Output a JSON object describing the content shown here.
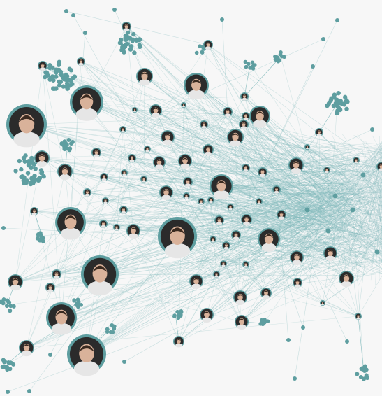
{
  "colors": {
    "background": "#f7f7f7",
    "edge": "#7fb8bb",
    "node_fill": "#5e9ea0",
    "node_ring": "#5e9ea0",
    "portrait_bg": "#2b2b2b",
    "portrait_skin": "#d9b29a",
    "portrait_shirt": "#e6e6e6",
    "portrait_hair": "#3a2a20"
  },
  "network": {
    "kind": "social-network-graph",
    "portrait_nodes": {
      "featured_count": 6,
      "large_count": 8,
      "medium_count": 38,
      "small_count": 34
    },
    "cluster_groups_count": 16,
    "edge_density": "dense"
  }
}
